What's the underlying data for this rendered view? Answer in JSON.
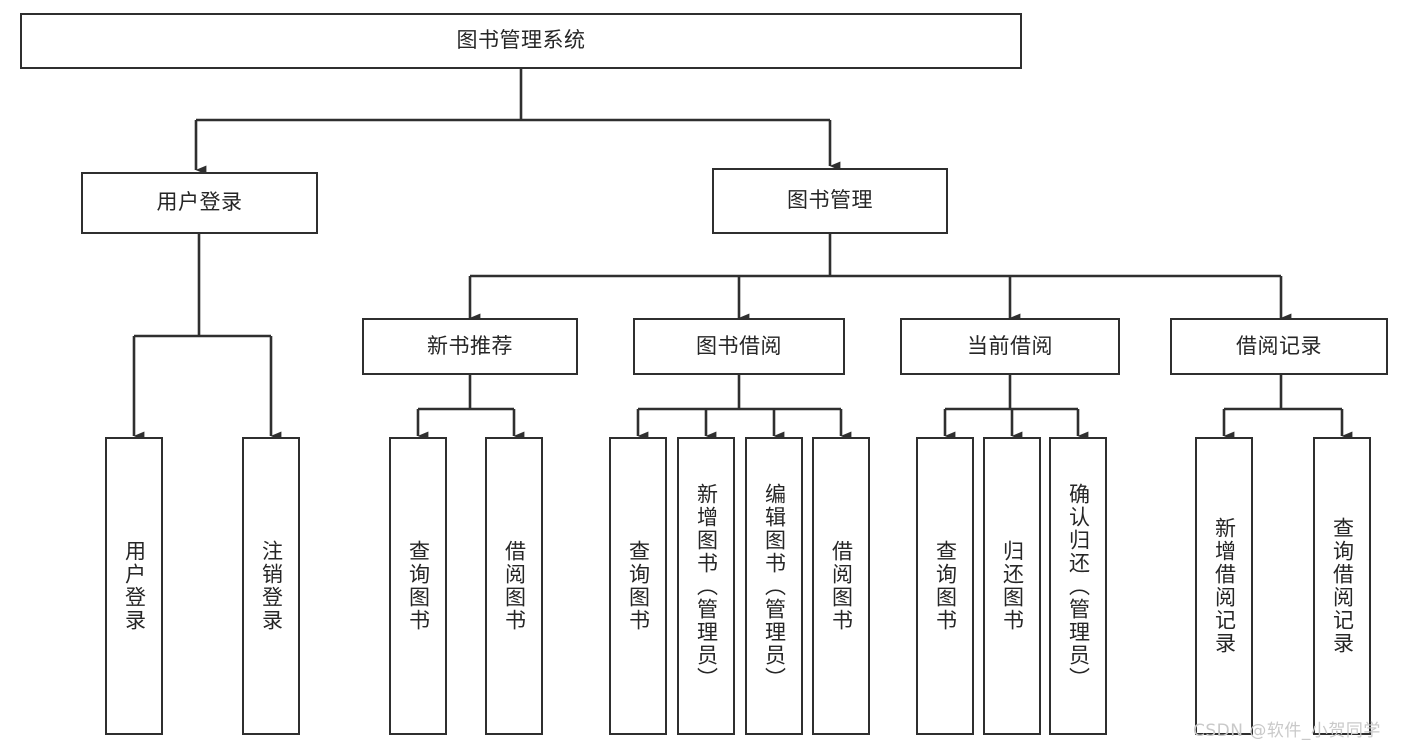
{
  "diagram": {
    "type": "hierarchy-tree",
    "title_node": {
      "label": "图书管理系统"
    },
    "level2": [
      {
        "id": "user-login",
        "label": "用户登录"
      },
      {
        "id": "book-management",
        "label": "图书管理"
      }
    ],
    "level3": [
      {
        "id": "new-book-recommend",
        "label": "新书推荐",
        "parent": "book-management"
      },
      {
        "id": "book-borrow",
        "label": "图书借阅",
        "parent": "book-management"
      },
      {
        "id": "current-borrow",
        "label": "当前借阅",
        "parent": "book-management"
      },
      {
        "id": "borrow-record",
        "label": "借阅记录",
        "parent": "book-management"
      }
    ],
    "leaves": [
      {
        "id": "leaf-user-login",
        "label": "用户登录",
        "parent": "user-login"
      },
      {
        "id": "leaf-logout-login",
        "label": "注销登录",
        "parent": "user-login"
      },
      {
        "id": "leaf-query-book-1",
        "label": "查询图书",
        "parent": "new-book-recommend"
      },
      {
        "id": "leaf-borrow-book-1",
        "label": "借阅图书",
        "parent": "new-book-recommend"
      },
      {
        "id": "leaf-query-book-2",
        "label": "查询图书",
        "parent": "book-borrow"
      },
      {
        "id": "leaf-add-book",
        "label": "新增图书（管理员）",
        "parent": "book-borrow"
      },
      {
        "id": "leaf-edit-book",
        "label": "编辑图书（管理员）",
        "parent": "book-borrow"
      },
      {
        "id": "leaf-borrow-book-2",
        "label": "借阅图书",
        "parent": "book-borrow"
      },
      {
        "id": "leaf-query-book-3",
        "label": "查询图书",
        "parent": "current-borrow"
      },
      {
        "id": "leaf-return-book",
        "label": "归还图书",
        "parent": "current-borrow"
      },
      {
        "id": "leaf-confirm-return",
        "label": "确认归还（管理员）",
        "parent": "current-borrow"
      },
      {
        "id": "leaf-add-record",
        "label": "新增借阅记录",
        "parent": "borrow-record"
      },
      {
        "id": "leaf-query-record",
        "label": "查询借阅记录",
        "parent": "borrow-record"
      }
    ],
    "colors": {
      "stroke": "#2f2f2f",
      "fill": "#ffffff",
      "text": "#262626",
      "watermark": "#c9c9c9"
    }
  },
  "watermark": {
    "text": "CSDN @软件_小贺同学"
  }
}
